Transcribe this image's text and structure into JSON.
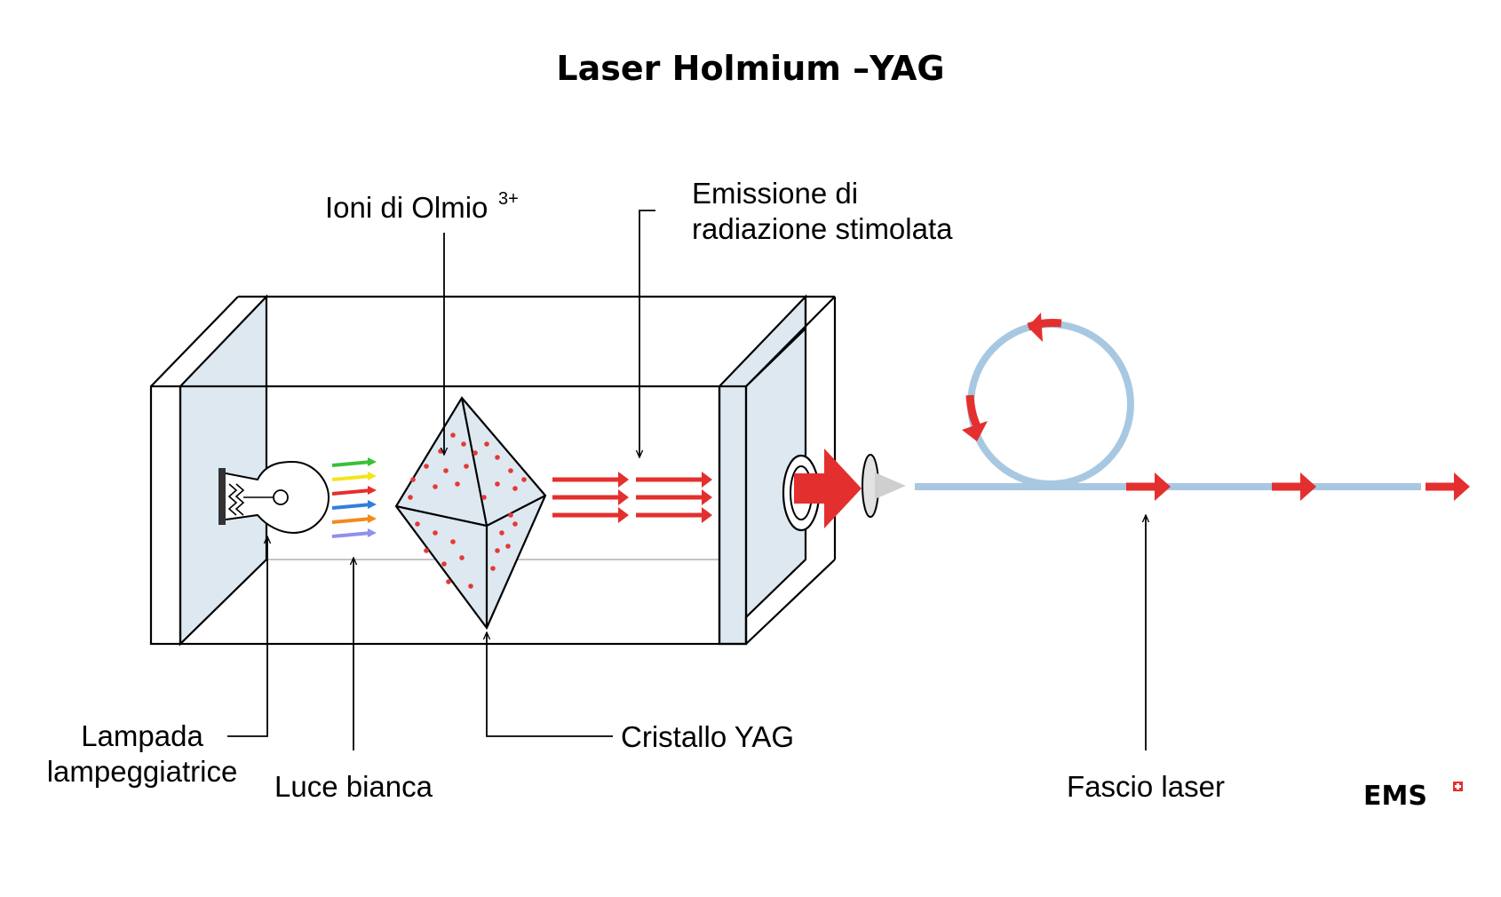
{
  "title": "Laser Holmium –YAG",
  "labels": {
    "ions": "Ioni di Olmio",
    "ions_superscript": "3+",
    "emission_line1": "Emissione di",
    "emission_line2": "radiazione stimolata",
    "lamp_line1": "Lampada",
    "lamp_line2": "lampeggiatrice",
    "white_light": "Luce bianca",
    "crystal": "Cristallo YAG",
    "laser_beam": "Fascio laser"
  },
  "logo": {
    "text": "EMS",
    "badge": "swiss-cross-icon"
  },
  "colors": {
    "laser_red": "#e3302e",
    "fiber_blue": "#a8c8e2",
    "glass_blue": "#dde8f1",
    "ion_red": "#e53935",
    "spectrum": [
      "#3bbf3b",
      "#f2e51b",
      "#e3302e",
      "#2f7fe0",
      "#f28a1c",
      "#8f8ff0"
    ]
  },
  "icons": [
    "flash-lamp-bulb-icon",
    "lens-icon",
    "laser-arrow-icon",
    "fiber-loop-icon"
  ]
}
